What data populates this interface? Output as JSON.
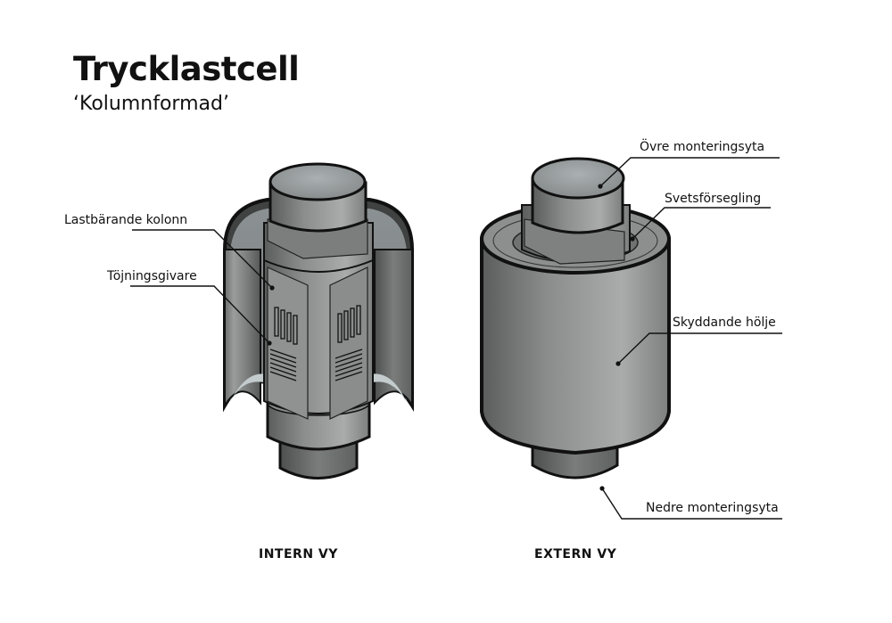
{
  "header": {
    "title": "Trycklastcell",
    "subtitle": "‘Kolumnformad’"
  },
  "views": [
    {
      "caption": "INTERN VY",
      "labels": [
        {
          "text": "Lastbärande kolonn"
        },
        {
          "text": "Töjningsgivare"
        }
      ]
    },
    {
      "caption": "EXTERN VY",
      "labels": [
        {
          "text": "Övre monteringsyta"
        },
        {
          "text": "Svetsförsegling"
        },
        {
          "text": "Skyddande hölje"
        },
        {
          "text": "Nedre monteringsyta"
        }
      ]
    }
  ],
  "colors": {
    "metal_light": "#b9bcbc",
    "metal_mid": "#8e9190",
    "metal_dark": "#5e6160",
    "outline": "#111111",
    "inner_highlight": "#c8d0d2"
  }
}
